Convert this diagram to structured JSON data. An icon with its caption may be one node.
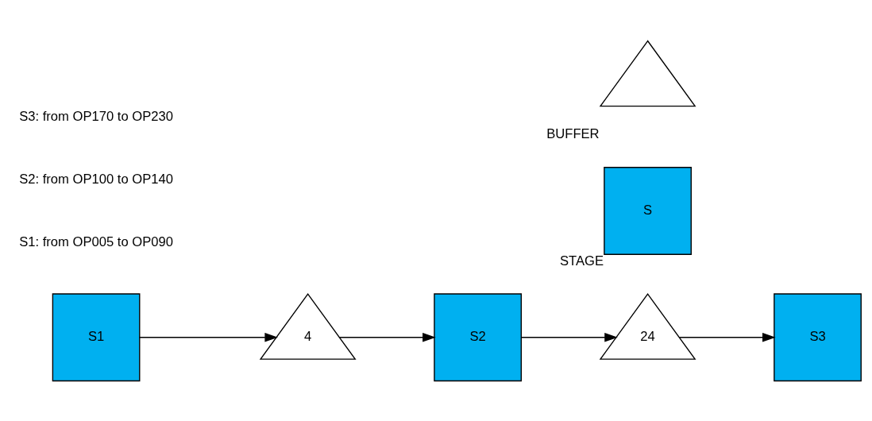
{
  "diagram": {
    "nodes": [
      {
        "text": [
          "S1"
        ]
      },
      {
        "text": [
          "4"
        ]
      },
      {
        "text": [
          "S2"
        ]
      },
      {
        "text": [
          "24"
        ]
      },
      {
        "text": [
          "S3"
        ]
      },
      {
        "text": [
          "S"
        ],
        "beside": [
          "STAGE"
        ]
      },
      {
        "text": [],
        "shape": "triangle",
        "beside": [
          "BUFFER"
        ]
      }
    ],
    "edges": [
      {
        "from": 0,
        "to": 1,
        "arrow": "to"
      },
      {
        "from": 1,
        "to": 2,
        "arrow": "to"
      },
      {
        "from": 2,
        "to": 3,
        "arrow": "to"
      },
      {
        "from": 3,
        "to": 4,
        "arrow": "to"
      }
    ],
    "labels": [
      "S1: from OP005 to OP090",
      "S2: from OP100 to OP140",
      "S3: from OP170 to OP230"
    ]
  }
}
